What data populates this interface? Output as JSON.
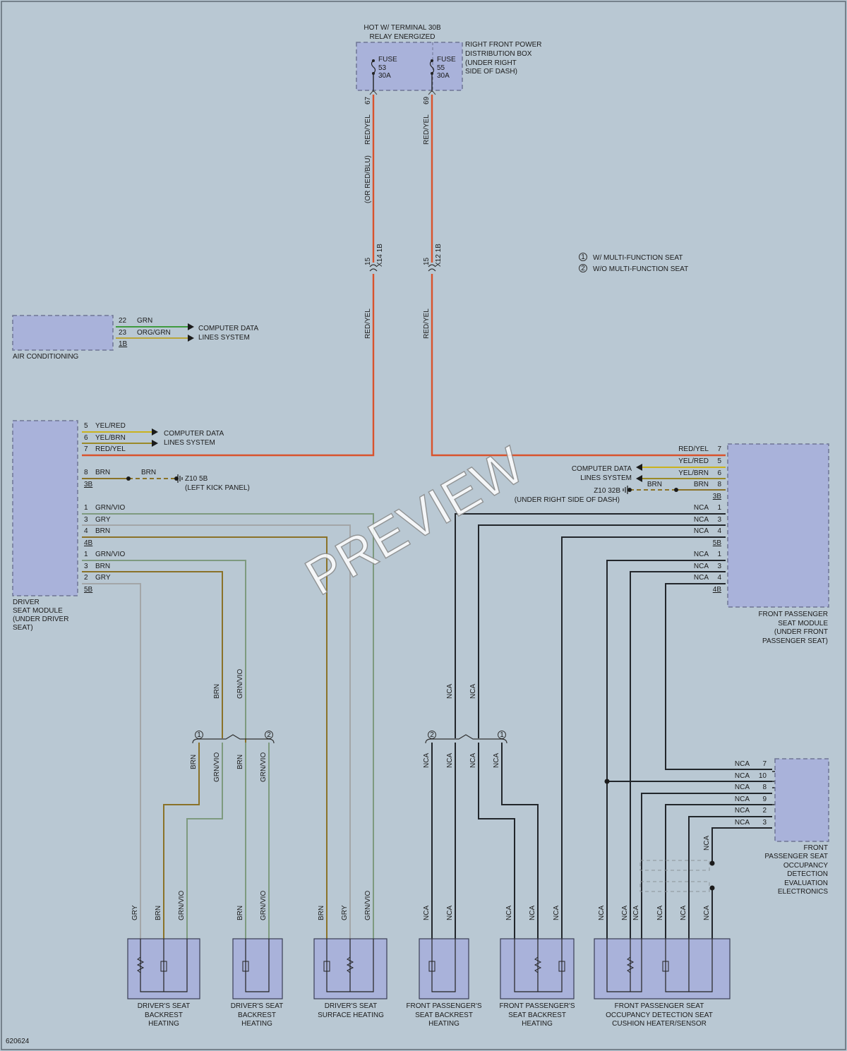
{
  "diagram_code": "620624",
  "watermark": "PREVIEW",
  "top_caption": [
    "HOT W/ TERMINAL 30B",
    "RELAY ENERGIZED"
  ],
  "fuse_box": {
    "label": [
      "RIGHT FRONT POWER",
      "DISTRIBUTION BOX",
      "(UNDER RIGHT",
      "SIDE OF DASH)"
    ],
    "fuses": [
      {
        "name": "FUSE",
        "number": "53",
        "rating": "30A",
        "pin": "67",
        "wire": "RED/YEL",
        "alt_wire": "(OR RED/BLU)",
        "connector": "X14 1B",
        "conn_pin": "15"
      },
      {
        "name": "FUSE",
        "number": "55",
        "rating": "30A",
        "pin": "69",
        "wire": "RED/YEL",
        "connector": "X12 1B",
        "conn_pin": "15"
      }
    ]
  },
  "legend": [
    {
      "num": "1",
      "text": "W/ MULTI-FUNCTION SEAT"
    },
    {
      "num": "2",
      "text": "W/O MULTI-FUNCTION SEAT"
    }
  ],
  "air_conditioning": {
    "label": "AIR CONDITIONING",
    "pins": [
      {
        "pin": "22",
        "wire": "GRN"
      },
      {
        "pin": "23",
        "wire": "ORG/GRN"
      }
    ],
    "connector": "1B",
    "destination": [
      "COMPUTER DATA",
      "LINES SYSTEM"
    ]
  },
  "driver_module": {
    "label": [
      "DRIVER",
      "SEAT MODULE",
      "(UNDER DRIVER",
      "SEAT)"
    ],
    "data_pins": [
      {
        "pin": "5",
        "wire": "YEL/RED"
      },
      {
        "pin": "6",
        "wire": "YEL/BRN"
      },
      {
        "pin": "7",
        "wire": "RED/YEL"
      }
    ],
    "data_destination": [
      "COMPUTER DATA",
      "LINES SYSTEM"
    ],
    "ground": {
      "pin": "8",
      "wire": "BRN",
      "wire2": "BRN",
      "connector": "3B",
      "ground_name": "Z10 5B",
      "location": "(LEFT KICK PANEL)"
    },
    "group_4b": {
      "connector": "4B",
      "pins": [
        {
          "pin": "1",
          "wire": "GRN/VIO"
        },
        {
          "pin": "3",
          "wire": "GRY"
        },
        {
          "pin": "4",
          "wire": "BRN"
        }
      ]
    },
    "group_5b": {
      "connector": "5B",
      "pins": [
        {
          "pin": "1",
          "wire": "GRN/VIO"
        },
        {
          "pin": "3",
          "wire": "BRN"
        },
        {
          "pin": "2",
          "wire": "GRY"
        }
      ]
    }
  },
  "passenger_module": {
    "label": [
      "FRONT PASSENGER",
      "SEAT MODULE",
      "(UNDER FRONT",
      "PASSENGER SEAT)"
    ],
    "data_pins": [
      {
        "pin": "7",
        "wire": "RED/YEL"
      },
      {
        "pin": "5",
        "wire": "YEL/RED"
      },
      {
        "pin": "6",
        "wire": "YEL/BRN"
      }
    ],
    "data_destination": [
      "COMPUTER DATA",
      "LINES SYSTEM"
    ],
    "ground": {
      "pin": "8",
      "wire": "BRN",
      "wire2": "BRN",
      "connector": "3B",
      "ground_name": "Z10 32B",
      "location": "(UNDER RIGHT SIDE OF DASH)"
    },
    "group_5b": {
      "connector": "5B",
      "pins": [
        {
          "pin": "1",
          "wire": "NCA"
        },
        {
          "pin": "3",
          "wire": "NCA"
        },
        {
          "pin": "4",
          "wire": "NCA"
        }
      ]
    },
    "group_4b": {
      "connector": "4B",
      "pins": [
        {
          "pin": "1",
          "wire": "NCA"
        },
        {
          "pin": "3",
          "wire": "NCA"
        },
        {
          "pin": "4",
          "wire": "NCA"
        }
      ]
    }
  },
  "occupancy_module": {
    "label": [
      "FRONT",
      "PASSENGER SEAT",
      "OCCUPANCY",
      "DETECTION",
      "EVALUATION",
      "ELECTRONICS"
    ],
    "pins": [
      {
        "pin": "7",
        "wire": "NCA"
      },
      {
        "pin": "10",
        "wire": "NCA"
      },
      {
        "pin": "8",
        "wire": "NCA"
      },
      {
        "pin": "9",
        "wire": "NCA"
      },
      {
        "pin": "2",
        "wire": "NCA"
      },
      {
        "pin": "3",
        "wire": "NCA"
      }
    ],
    "drop_wire": "NCA"
  },
  "splice_labels": {
    "driver_vertical": [
      "BRN",
      "GRN/VIO"
    ],
    "driver_split": [
      "BRN",
      "GRN/VIO",
      "BRN",
      "GRN/VIO"
    ],
    "passenger_vertical": [
      "NCA",
      "NCA"
    ],
    "passenger_split": [
      "NCA",
      "NCA",
      "NCA",
      "NCA"
    ]
  },
  "components": [
    {
      "label": [
        "DRIVER'S SEAT",
        "BACKREST",
        "HEATING"
      ],
      "wires": [
        "GRY",
        "BRN",
        "GRN/VIO"
      ]
    },
    {
      "label": [
        "DRIVER'S SEAT",
        "BACKREST",
        "HEATING"
      ],
      "wires": [
        "BRN",
        "GRN/VIO"
      ]
    },
    {
      "label": [
        "DRIVER'S SEAT",
        "SURFACE HEATING"
      ],
      "wires": [
        "BRN",
        "GRY",
        "GRN/VIO"
      ]
    },
    {
      "label": [
        "FRONT PASSENGER'S",
        "SEAT BACKREST",
        "HEATING"
      ],
      "wires": [
        "NCA",
        "NCA"
      ]
    },
    {
      "label": [
        "FRONT PASSENGER'S",
        "SEAT BACKREST",
        "HEATING"
      ],
      "wires": [
        "NCA",
        "NCA",
        "NCA"
      ]
    },
    {
      "label": [
        "FRONT PASSENGER SEAT",
        "OCCUPANCY DETECTION SEAT",
        "CUSHION HEATER/SENSOR"
      ],
      "wires": [
        "NCA",
        "NCA",
        "NCA",
        "NCA",
        "NCA",
        "NCA"
      ]
    }
  ],
  "colors": {
    "red_yel": "#d9532c",
    "grn": "#3f9a3f",
    "grn_vio": "#7e9a7f",
    "gry": "#a3a6a8",
    "brn": "#8a7228",
    "yel": "#c9b21e",
    "nca": "#22262b"
  }
}
